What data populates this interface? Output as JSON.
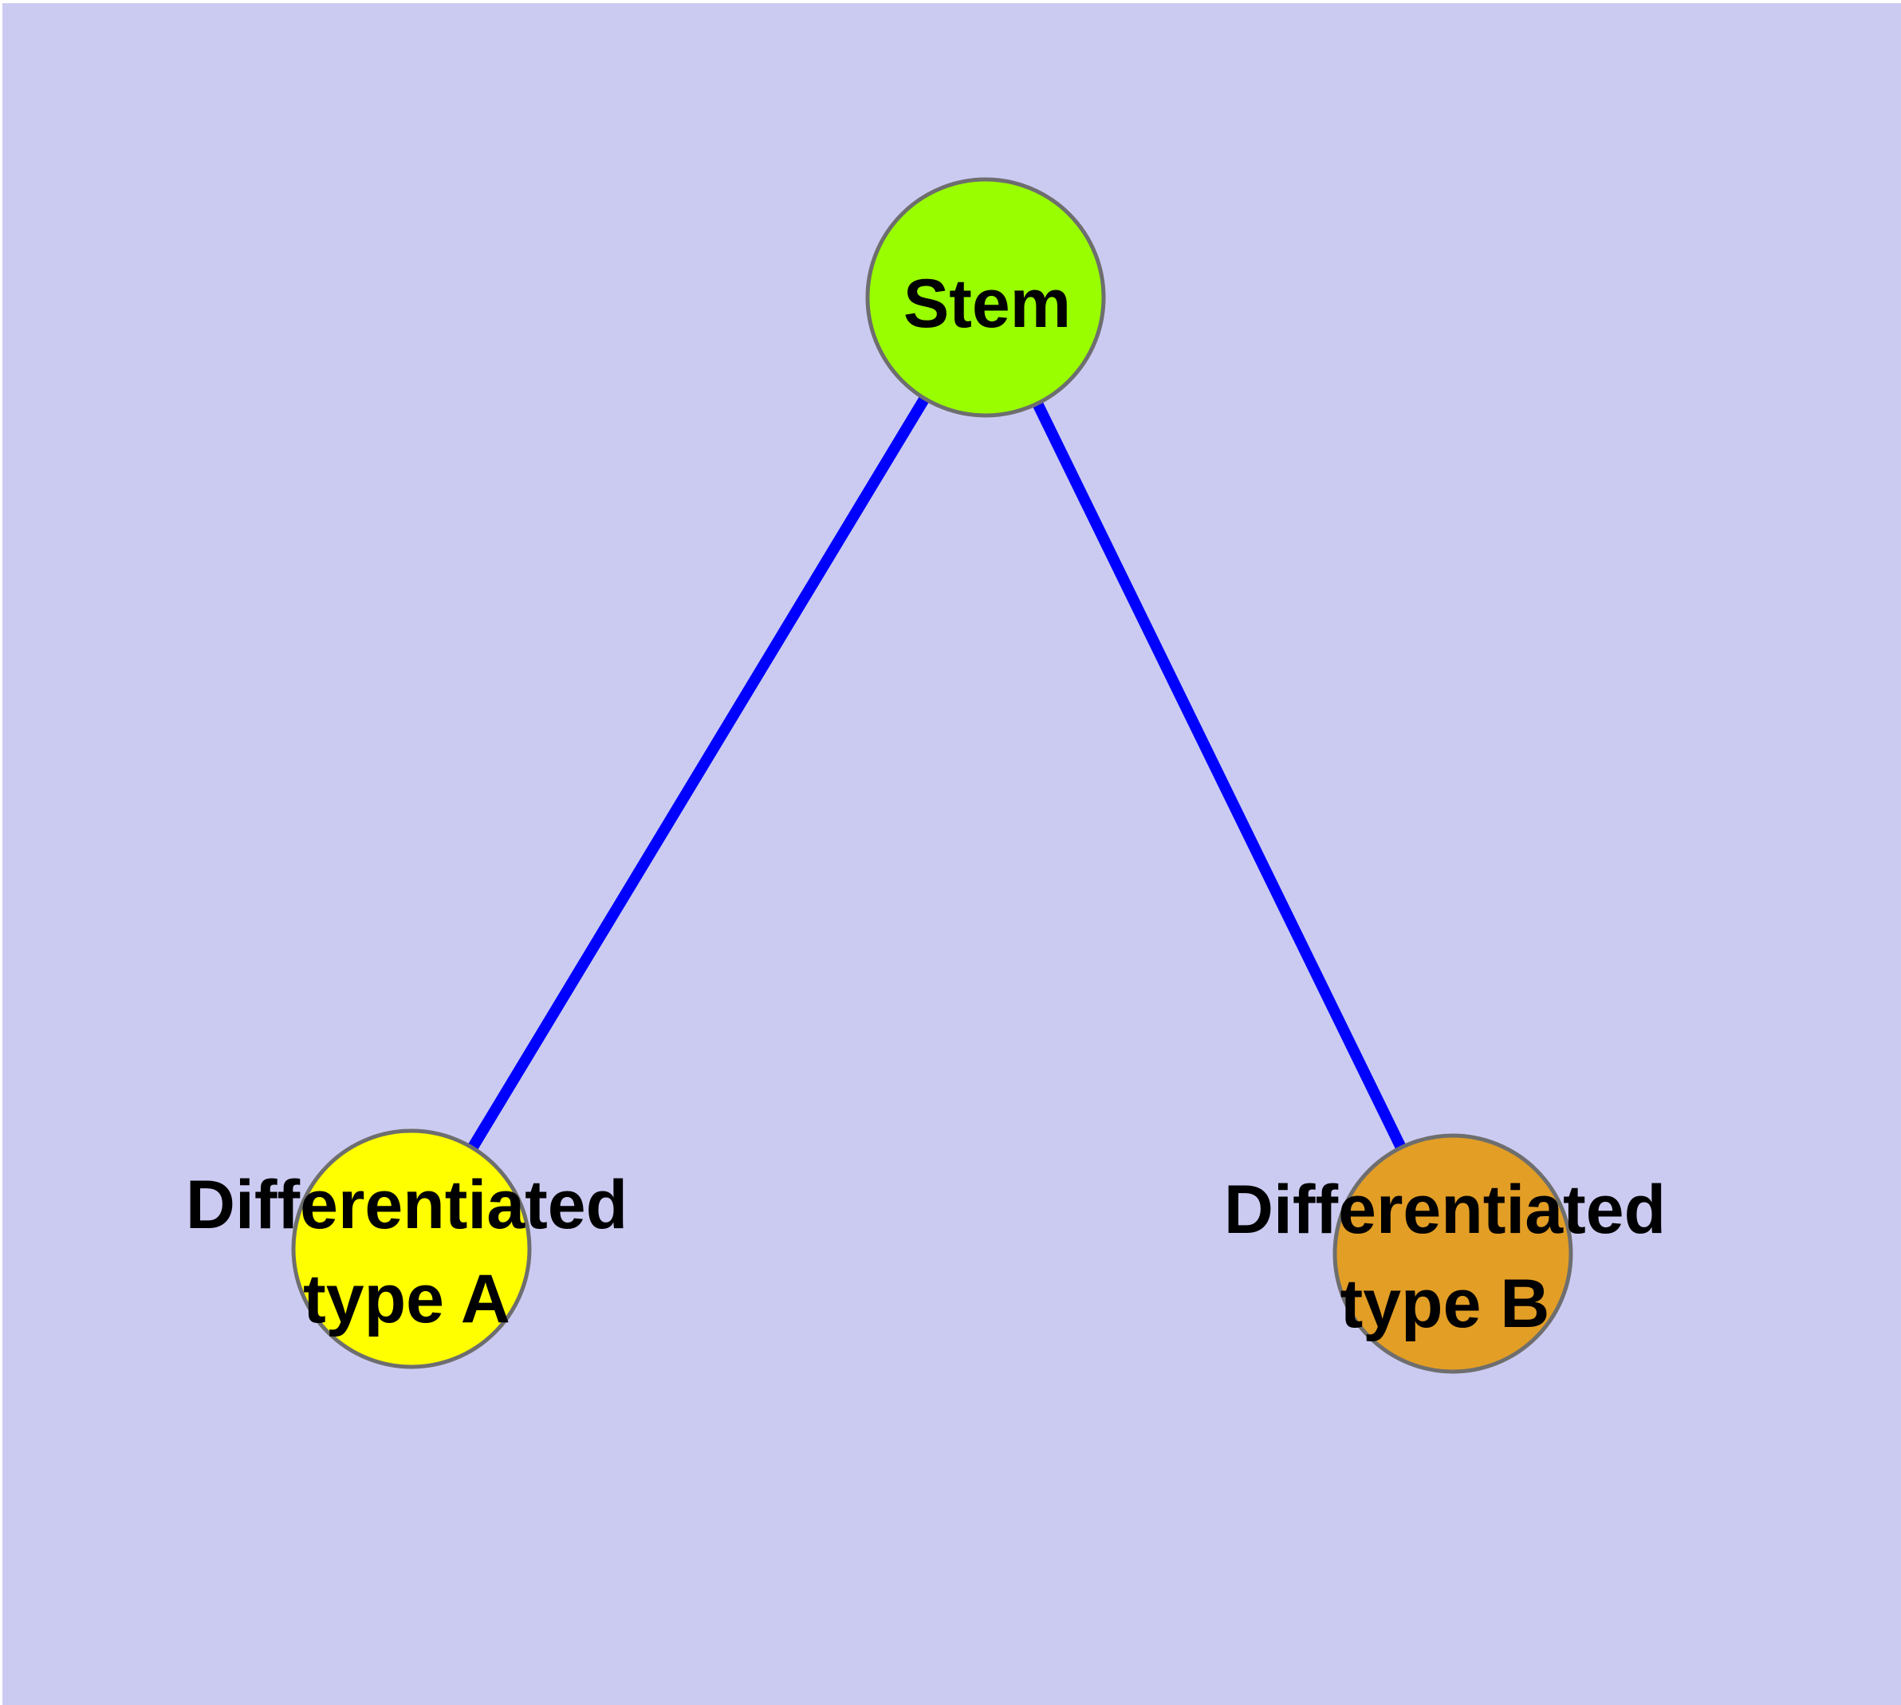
{
  "figure": {
    "background_color": "#CBCBF2",
    "margin_color": "#FFFFFF",
    "edge_color": "#0000FF",
    "node_border_color": "#6E6E6E",
    "label_color": "#000000",
    "nodes": [
      {
        "id": "stem",
        "label": "Stem",
        "fill": "#99FF00"
      },
      {
        "id": "differentiated-type-a",
        "label_line1": "Differentiated",
        "label_line2": "type A",
        "fill": "#FFFF00"
      },
      {
        "id": "differentiated-type-b",
        "label_line1": "Differentiated",
        "label_line2": "type B",
        "fill": "#E39E25"
      }
    ],
    "edges": [
      {
        "from": "Stem",
        "to": "Differentiated type A"
      },
      {
        "from": "Stem",
        "to": "Differentiated type B"
      }
    ]
  }
}
